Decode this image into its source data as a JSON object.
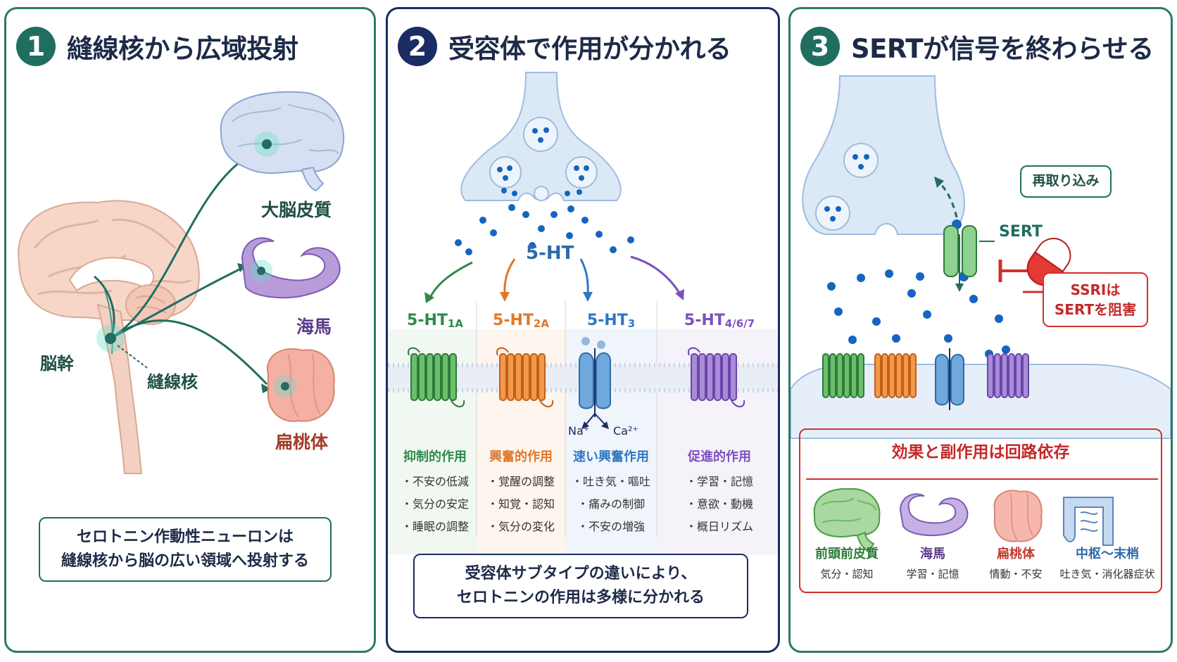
{
  "panel1": {
    "number": "1",
    "title": "縫線核から広域投射",
    "labels": {
      "cortex": "大脳皮質",
      "hippocampus": "海馬",
      "amygdala": "扁桃体",
      "brainstem": "脳幹",
      "raphe": "縫線核"
    },
    "note": [
      "セロトニン作動性ニューロンは",
      "縫線核から脳の広い領域へ投射する"
    ],
    "colors": {
      "accent": "#1f6e60",
      "cortex": "#c7d3ec",
      "hippocampus": "#a98cd1",
      "amygdala": "#f0a79a"
    }
  },
  "panel2": {
    "number": "2",
    "title": "受容体で作用が分かれる",
    "transmitter": "5-HT",
    "receptors": [
      {
        "name": "5-HT",
        "sub": "1A",
        "color": "#2e8a4a",
        "effect": "抑制的作用",
        "items": [
          "・不安の低減",
          "・気分の安定",
          "・睡眠の調整"
        ]
      },
      {
        "name": "5-HT",
        "sub": "2A",
        "color": "#e0772a",
        "effect": "興奮的作用",
        "items": [
          "・覚醒の調整",
          "・知覚・認知",
          "・気分の変化"
        ]
      },
      {
        "name": "5-HT",
        "sub": "3",
        "color": "#2f78c2",
        "effect": "速い興奮作用",
        "items": [
          "・吐き気・嘔吐",
          "・痛みの制御",
          "・不安の増強"
        ]
      },
      {
        "name": "5-HT",
        "sub": "4/6/7",
        "color": "#7d4fbf",
        "effect": "促進的作用",
        "items": [
          "・学習・記憶",
          "・意欲・動機",
          "・概日リズム"
        ]
      }
    ],
    "ions": [
      "Na⁺",
      "Ca²⁺"
    ],
    "note": [
      "受容体サブタイプの違いにより、",
      "セロトニンの作用は多様に分かれる"
    ],
    "colors": {
      "accent": "#1b2c63",
      "vesicle": "#dbe8f6",
      "dot": "#1565c0"
    }
  },
  "panel3": {
    "number": "3",
    "title": "SERTが信号を終わらせる",
    "reuptake": "再取り込み",
    "sert": "SERT",
    "ssri": [
      "SSRIは",
      "SERTを阻害"
    ],
    "effects_title": "効果と副作用は回路依存",
    "effects": [
      {
        "name": "前頭前皮質",
        "desc": "気分・認知",
        "color": "#2e8a4a"
      },
      {
        "name": "海馬",
        "desc": "学習・記憶",
        "color": "#7d4fbf"
      },
      {
        "name": "扁桃体",
        "desc": "情動・不安",
        "color": "#c0392b"
      },
      {
        "name": "中枢〜末梢",
        "desc": "吐き気・消化器症状",
        "color": "#2f78c2"
      }
    ],
    "colors": {
      "accent": "#1f6e60",
      "red": "#d32f2f"
    }
  }
}
